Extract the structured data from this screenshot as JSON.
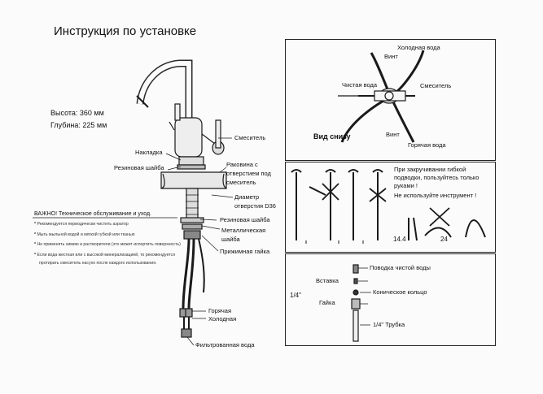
{
  "title": "Инструкция по установке",
  "dimensions": {
    "height": "Высота: 360 мм",
    "depth": "Глубина: 225 мм"
  },
  "faucet_labels": {
    "mixer": "Смеситель",
    "cover": "Накладка",
    "rubber_washer_top": "Резиновая шайба",
    "sink_hole_1": "Раковина с",
    "sink_hole_2": "отверстием под",
    "sink_hole_3": "смеситель",
    "diameter_1": "Диаметр",
    "diameter_2": "отверстия D36",
    "rubber_washer": "Резиновая шайба",
    "metal_washer_1": "Металлическая",
    "metal_washer_2": "шайба",
    "clamp_nut": "Прижимная гайка",
    "hot": "Горячая",
    "cold": "Холодная",
    "filtered": "Фильтрованная вода"
  },
  "maintenance": {
    "heading": "ВАЖНО! Техническое обслуживание и уход.",
    "items": [
      "Рекомендуется периодически чистить аэратор",
      "Мыть мыльной водой и мягкой губкой или тканью",
      "Не применять химию и растворители (это может испортить поверхность)",
      "Если вода жесткая или с высокой минерализацией, то рекомендуется",
      "протирать смеситель насухо после каждого использования."
    ]
  },
  "bottom_view": {
    "title": "Вид снизу",
    "cold": "Холодная вода",
    "screw_top": "Винт",
    "clean": "Чистая вода",
    "mixer": "Смеситель",
    "screw_bottom": "Винт",
    "hot": "Горячая вода"
  },
  "hose_panel": {
    "note_1": "При закручивании гибкой",
    "note_2": "подводки, пользуйтесь только",
    "note_3": "руками !",
    "note_4": "Не используйте инструмент !",
    "size_1": "14.4",
    "size_2": "24"
  },
  "fitting_panel": {
    "clean_line": "Поводка чистой воды",
    "insert": "Вставка",
    "cone_ring": "Коническое кольцо",
    "nut": "Гайка",
    "quarter": "1/4\"",
    "tube": "1/4\" Трубка"
  }
}
